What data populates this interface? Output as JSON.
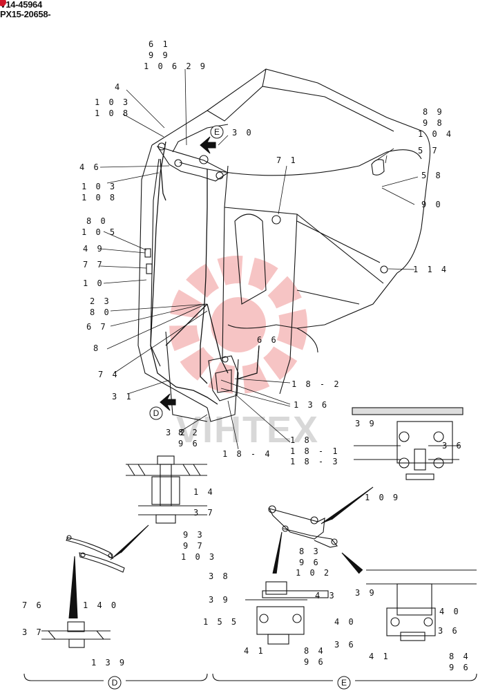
{
  "header": {
    "line1": "V14-45964",
    "line2": "PX15-20658-"
  },
  "watermark": "VIHTEX",
  "views": {
    "detail_d": "D",
    "detail_e": "E"
  },
  "callouts": [
    {
      "id": "c61",
      "text": "6 1"
    },
    {
      "id": "c99",
      "text": "9 9"
    },
    {
      "id": "c10629",
      "text": "1 0 6 2 9"
    },
    {
      "id": "c4",
      "text": "4"
    },
    {
      "id": "c103a",
      "text": "1 0 3"
    },
    {
      "id": "c108a",
      "text": "1 0 8"
    },
    {
      "id": "c30",
      "text": "3 0"
    },
    {
      "id": "c46",
      "text": "4 6"
    },
    {
      "id": "c103b",
      "text": "1 0 3"
    },
    {
      "id": "c108b",
      "text": "1 0 8"
    },
    {
      "id": "c71",
      "text": "7 1"
    },
    {
      "id": "c89",
      "text": "8 9"
    },
    {
      "id": "c98",
      "text": "9 8"
    },
    {
      "id": "c104",
      "text": "1 0 4"
    },
    {
      "id": "c57",
      "text": "5 7"
    },
    {
      "id": "c58",
      "text": "5 8"
    },
    {
      "id": "c90",
      "text": "9 0"
    },
    {
      "id": "c80a",
      "text": "8 0"
    },
    {
      "id": "c105",
      "text": "1 0 5"
    },
    {
      "id": "c49",
      "text": "4 9"
    },
    {
      "id": "c77",
      "text": "7 7"
    },
    {
      "id": "c10",
      "text": "1 0"
    },
    {
      "id": "c114",
      "text": "1 1 4"
    },
    {
      "id": "c23",
      "text": "2 3"
    },
    {
      "id": "c80b",
      "text": "8 0"
    },
    {
      "id": "c67",
      "text": "6 7"
    },
    {
      "id": "c8",
      "text": "8"
    },
    {
      "id": "c66",
      "text": "6 6"
    },
    {
      "id": "c74",
      "text": "7 4"
    },
    {
      "id": "c182",
      "text": "1 8 - 2"
    },
    {
      "id": "c136",
      "text": "1 3 6"
    },
    {
      "id": "c31",
      "text": "3 1"
    },
    {
      "id": "c39a",
      "text": "3 9"
    },
    {
      "id": "c36a",
      "text": "3 6"
    },
    {
      "id": "c32",
      "text": "3 2"
    },
    {
      "id": "c82",
      "text": "8 2"
    },
    {
      "id": "c96a",
      "text": "9 6"
    },
    {
      "id": "c18",
      "text": "1 8"
    },
    {
      "id": "c181",
      "text": "1 8 - 1"
    },
    {
      "id": "c184",
      "text": "1 8 - 4"
    },
    {
      "id": "c183",
      "text": "1 8 - 3"
    },
    {
      "id": "c14",
      "text": "1 4"
    },
    {
      "id": "c109",
      "text": "1 0 9"
    },
    {
      "id": "c37a",
      "text": "3 7"
    },
    {
      "id": "c93",
      "text": "9 3"
    },
    {
      "id": "c97",
      "text": "9 7"
    },
    {
      "id": "c103c",
      "text": "1 0 3"
    },
    {
      "id": "c83",
      "text": "8 3"
    },
    {
      "id": "c96b",
      "text": "9 6"
    },
    {
      "id": "c102",
      "text": "1 0 2"
    },
    {
      "id": "c38",
      "text": "3 8"
    },
    {
      "id": "c43",
      "text": "4 3"
    },
    {
      "id": "c39b",
      "text": "3 9"
    },
    {
      "id": "c39c",
      "text": "3 9"
    },
    {
      "id": "c40a",
      "text": "4 0"
    },
    {
      "id": "c155",
      "text": "1 5 5"
    },
    {
      "id": "c40b",
      "text": "4 0"
    },
    {
      "id": "c36b",
      "text": "3 6"
    },
    {
      "id": "c36c",
      "text": "3 6"
    },
    {
      "id": "c41a",
      "text": "4 1"
    },
    {
      "id": "c84a",
      "text": "8 4"
    },
    {
      "id": "c96c",
      "text": "9 6"
    },
    {
      "id": "c41b",
      "text": "4 1"
    },
    {
      "id": "c84b",
      "text": "8 4"
    },
    {
      "id": "c96d",
      "text": "9 6"
    },
    {
      "id": "c76",
      "text": "7 6"
    },
    {
      "id": "c140",
      "text": "1 4 0"
    },
    {
      "id": "c37b",
      "text": "3 7"
    },
    {
      "id": "c139",
      "text": "1 3 9"
    }
  ]
}
